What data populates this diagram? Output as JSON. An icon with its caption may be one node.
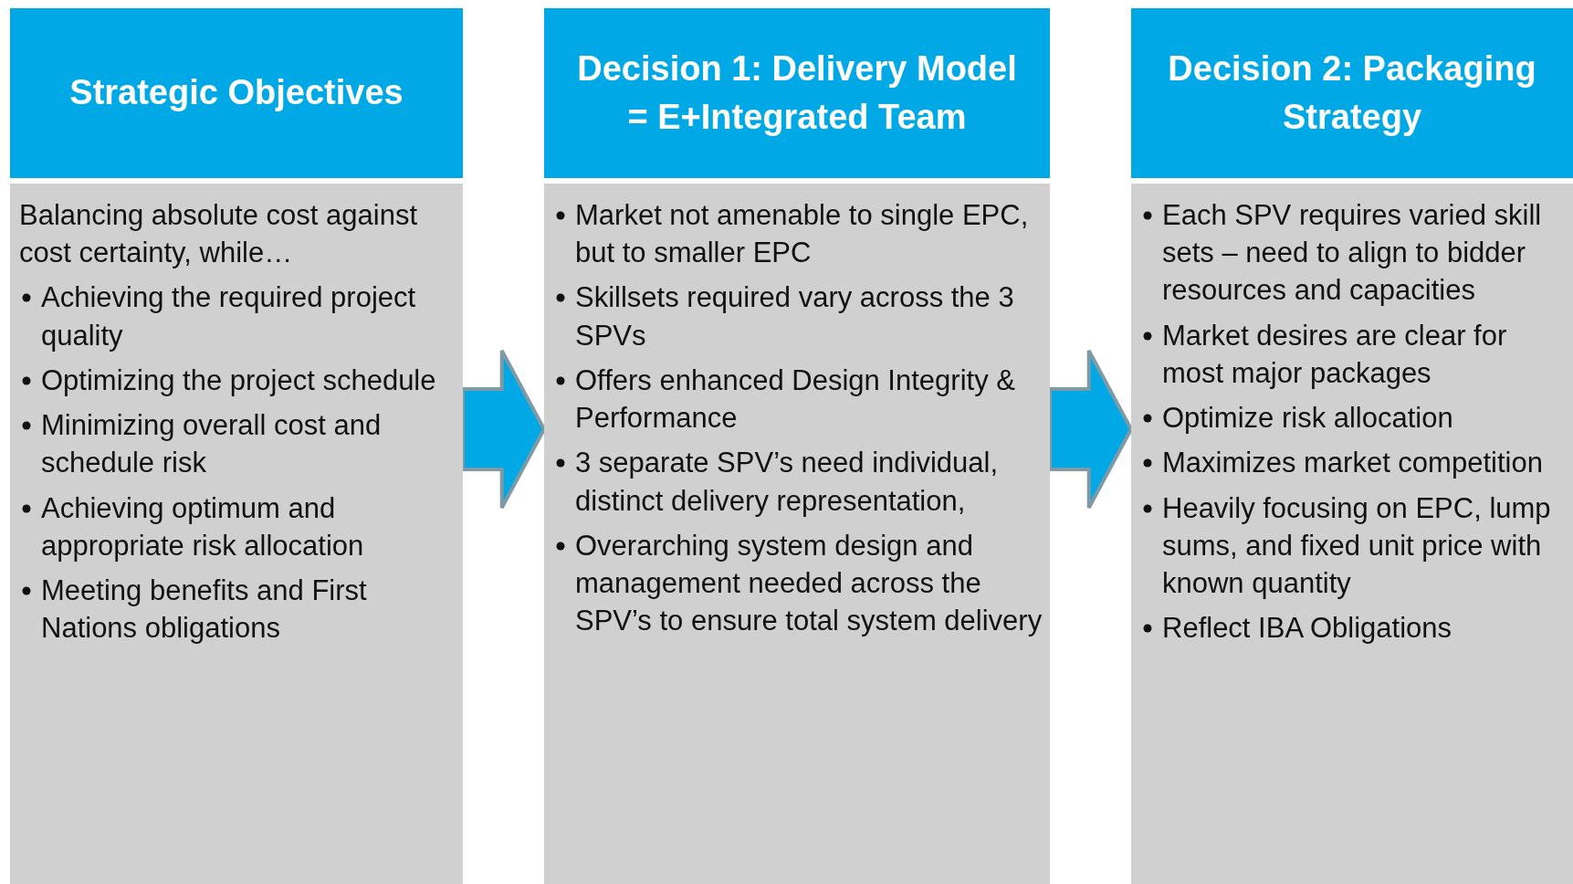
{
  "diagram": {
    "nodes": [
      {
        "text": [
          "Strategic Objectives",
          "Balancing absolute cost against cost certainty, while…",
          "Achieving the required project quality",
          "Optimizing the project schedule",
          "Minimizing overall cost and schedule risk",
          "Achieving optimum and appropriate risk allocation",
          "Meeting benefits and First Nations obligations"
        ]
      },
      {
        "text": [
          "Decision 1: Delivery Model = E+Integrated Team",
          "Market not amenable to single EPC, but to smaller EPC",
          "Skillsets required vary across the 3 SPVs",
          "Offers enhanced Design Integrity & Performance",
          "3 separate SPV’s need individual, distinct delivery representation,",
          "Overarching system design and management needed across the SPV’s to ensure total system delivery"
        ]
      },
      {
        "text": [
          "Decision 2: Packaging Strategy",
          "Each SPV requires varied skill sets – need to align to bidder resources and capacities",
          "Market desires are clear for most major packages",
          "Optimize risk allocation",
          "Maximizes market competition",
          "Heavily focusing on EPC, lump sums, and fixed unit price with known quantity",
          "Reflect IBA Obligations"
        ]
      }
    ],
    "edges": [
      {
        "from": 0,
        "to": 1,
        "arrow": "to"
      },
      {
        "from": 1,
        "to": 2,
        "arrow": "to"
      }
    ]
  }
}
